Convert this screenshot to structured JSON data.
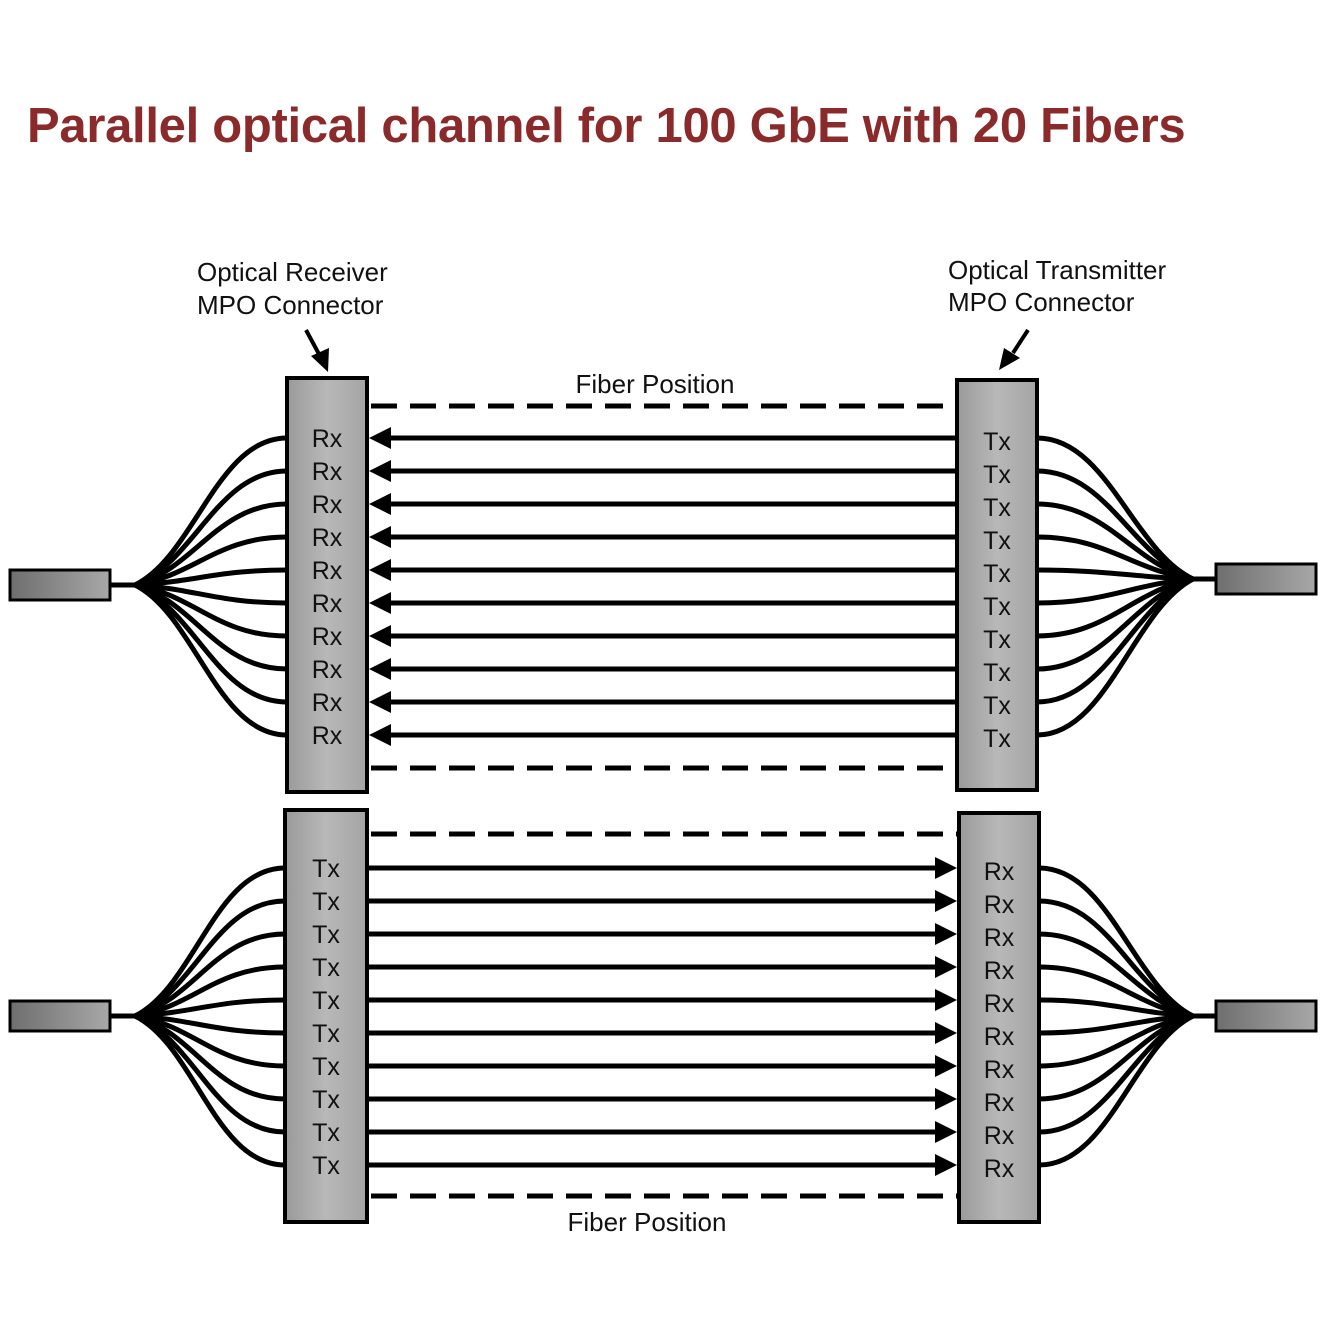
{
  "title": "Parallel optical channel for 100 GbE with 20 Fibers",
  "top_link": {
    "left_connector": {
      "label_line1": "Optical Receiver",
      "label_line2": "MPO Connector",
      "ports": [
        "Rx",
        "Rx",
        "Rx",
        "Rx",
        "Rx",
        "Rx",
        "Rx",
        "Rx",
        "Rx",
        "Rx"
      ]
    },
    "right_connector": {
      "label_line1": "Optical Transmitter",
      "label_line2": "MPO Connector",
      "ports": [
        "Tx",
        "Tx",
        "Tx",
        "Tx",
        "Tx",
        "Tx",
        "Tx",
        "Tx",
        "Tx",
        "Tx"
      ]
    },
    "fiber_position_label": "Fiber Position",
    "direction": "right-to-left"
  },
  "bottom_link": {
    "left_connector": {
      "ports": [
        "Tx",
        "Tx",
        "Tx",
        "Tx",
        "Tx",
        "Tx",
        "Tx",
        "Tx",
        "Tx",
        "Tx"
      ]
    },
    "right_connector": {
      "ports": [
        "Rx",
        "Rx",
        "Rx",
        "Rx",
        "Rx",
        "Rx",
        "Rx",
        "Rx",
        "Rx",
        "Rx"
      ]
    },
    "fiber_position_label": "Fiber Position",
    "direction": "left-to-right"
  },
  "colors": {
    "title": "#8b2a2a",
    "connector": "#a9a9a9",
    "line": "#000000"
  }
}
